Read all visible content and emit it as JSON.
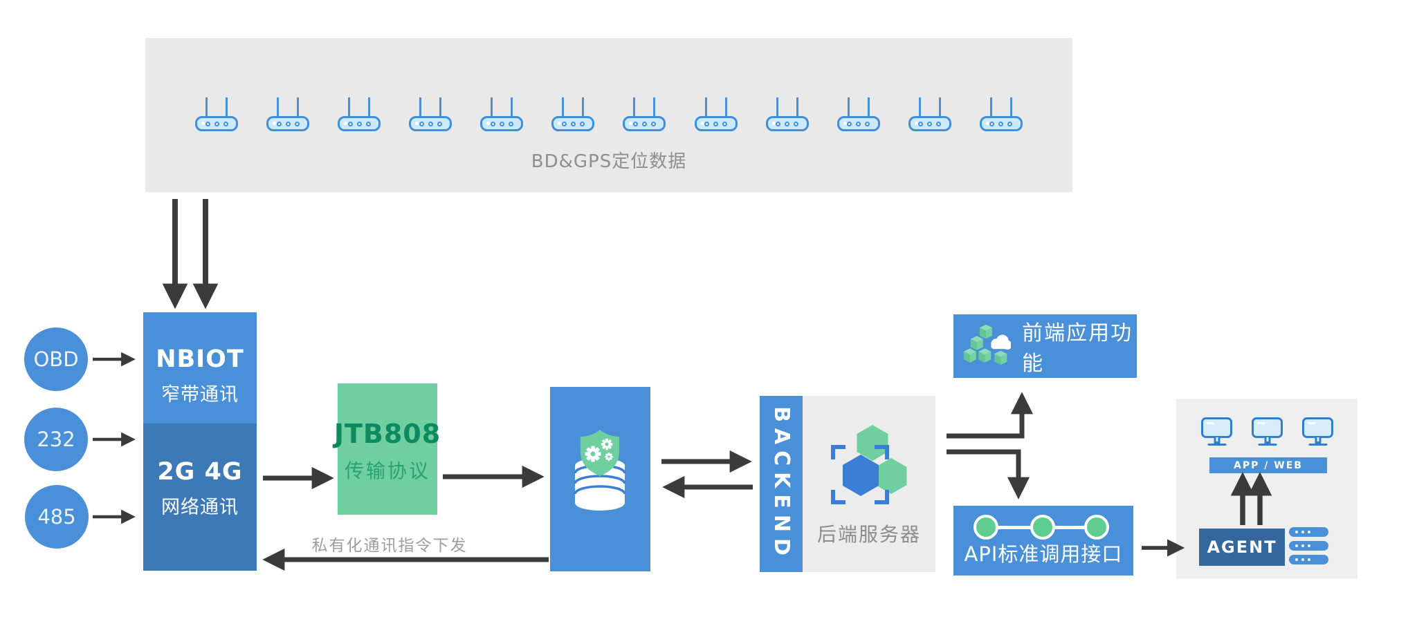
{
  "top_panel": {
    "label": "BD&GPS定位数据",
    "router_count": 12
  },
  "inputs": [
    {
      "label": "OBD"
    },
    {
      "label": "232"
    },
    {
      "label": "485"
    }
  ],
  "gateway": {
    "nbiot_title": "NBIOT",
    "nbiot_subtitle": "窄带通讯",
    "cell_title": "2G 4G",
    "cell_subtitle": "网络通讯"
  },
  "protocol": {
    "title": "JTB808",
    "subtitle": "传输协议"
  },
  "downlink_label": "私有化通讯指令下发",
  "backend": {
    "vertical_label": "BACKEND",
    "caption": "后端服务器"
  },
  "frontend": {
    "label": "前端应用功能"
  },
  "api": {
    "label": "API标准调用接口"
  },
  "client": {
    "bar_label": "APP / WEB",
    "agent_label": "AGENT"
  },
  "icons": [
    "router-icon",
    "shield-gears-database-icon",
    "hexagon-cluster-icon",
    "cubes-cloud-icon",
    "monitor-icon",
    "server-rack-icon",
    "api-node-dots-icon"
  ],
  "colors": {
    "primary_blue": "#4a90d8",
    "deep_blue": "#3d79b7",
    "agent_blue": "#33679e",
    "green_box": "#70cfa0",
    "green_text_dark": "#0d8a5f",
    "green_text_light": "#2aa173",
    "panel_gray": "#e9e9e9",
    "label_gray": "#8e8e8e",
    "arrow_dark": "#3b3b3b",
    "icon_blue_fill": "#cdeafc",
    "icon_blue_stroke": "#3d8edb"
  }
}
